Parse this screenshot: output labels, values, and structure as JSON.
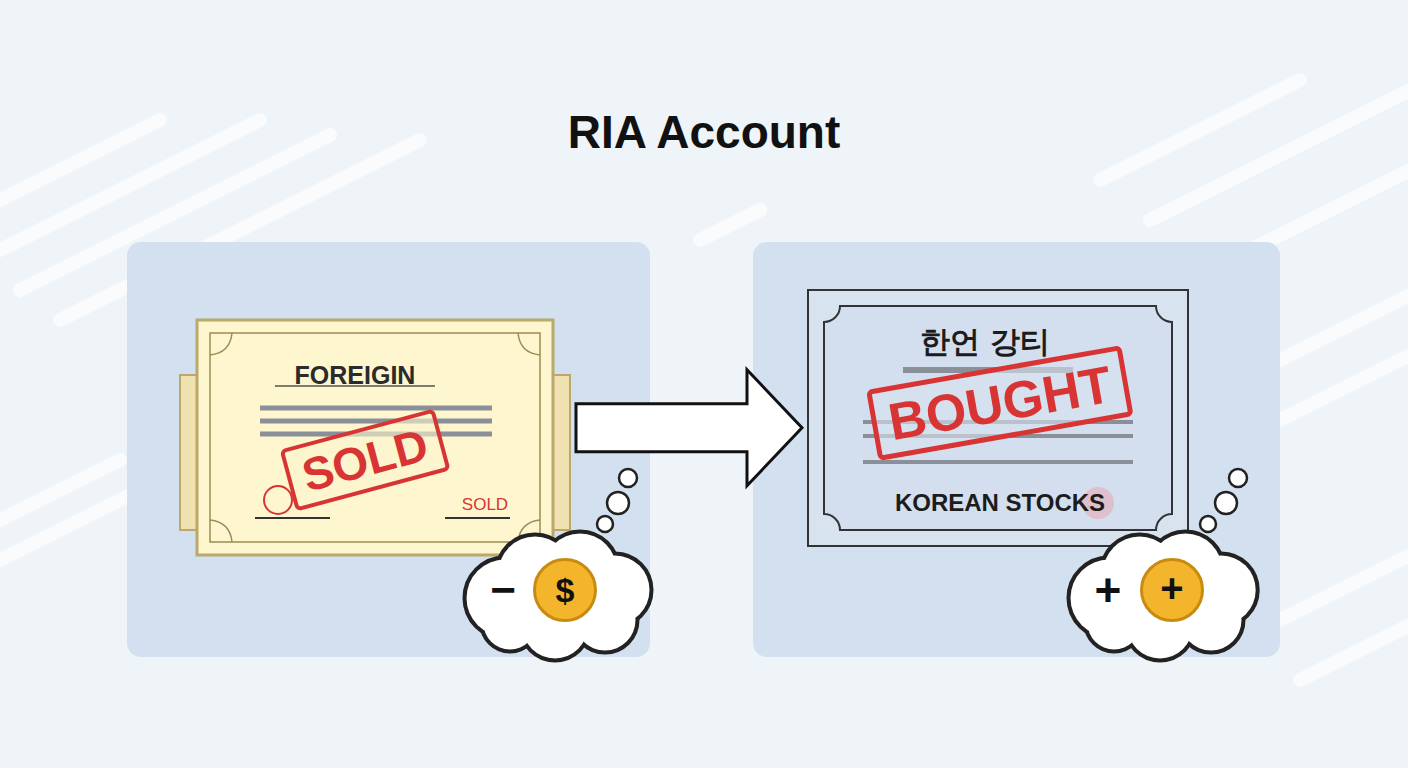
{
  "diagram": {
    "title": "RIA Account",
    "nodes": [
      {
        "text": [
          "FOREIGIN",
          "SOLD",
          "SOLD"
        ]
      },
      {
        "text": [
          "−",
          "$"
        ]
      },
      {
        "text": [
          "한언 강티",
          "BOUGHT",
          "KOREAN STOCKS"
        ]
      },
      {
        "text": [
          "+",
          "+"
        ]
      }
    ],
    "edges": [
      {
        "from": 0,
        "to": 2,
        "arrow": "to"
      }
    ]
  }
}
